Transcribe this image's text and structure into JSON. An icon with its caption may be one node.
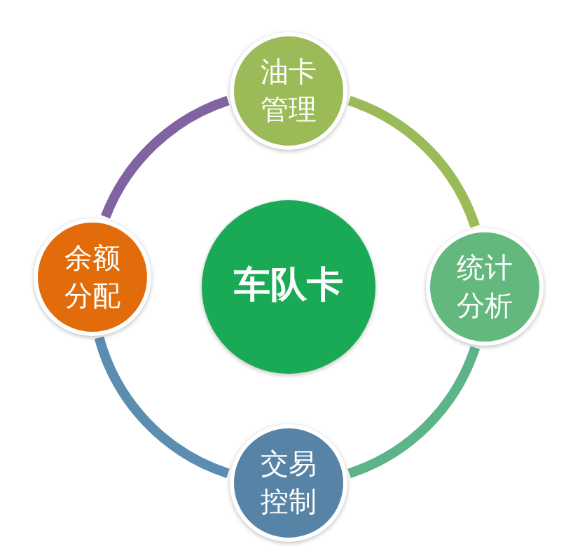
{
  "diagram": {
    "nodes": [
      {
        "text": [
          "油卡管理"
        ]
      },
      {
        "text": [
          "余额分配"
        ]
      },
      {
        "text": [
          "车队卡"
        ]
      },
      {
        "text": [
          "统计分析"
        ]
      },
      {
        "text": [
          "交易控制"
        ]
      }
    ],
    "edges": [
      {
        "from": 0,
        "to": 3,
        "arrow": "none",
        "color": "#9bbb59"
      },
      {
        "from": 3,
        "to": 4,
        "arrow": "none",
        "color": "#5eb489"
      },
      {
        "from": 4,
        "to": 1,
        "arrow": "none",
        "color": "#5a8db0"
      },
      {
        "from": 1,
        "to": 0,
        "arrow": "none",
        "color": "#8064a2"
      }
    ]
  }
}
